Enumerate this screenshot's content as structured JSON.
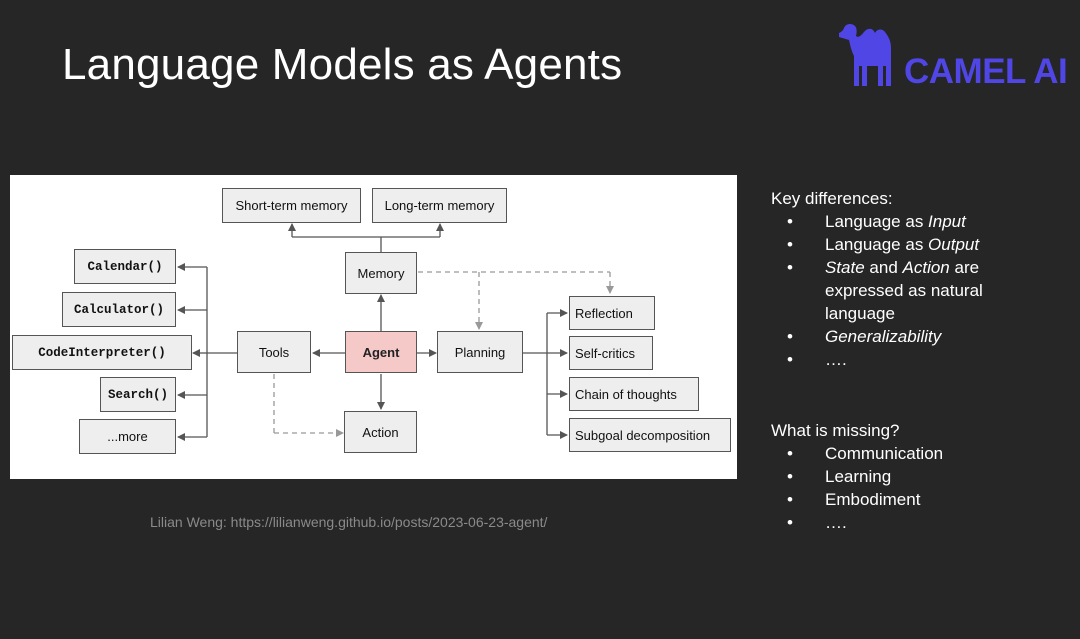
{
  "slide": {
    "title": "Language Models as Agents",
    "logo": {
      "text": "CAMEL AI",
      "icon": "camel-icon",
      "color": "#4f46e5"
    },
    "caption": "Lilian Weng: https://lilianweng.github.io/posts/2023-06-23-agent/"
  },
  "diagram": {
    "memory_nodes": {
      "short_term": "Short-term memory",
      "long_term": "Long-term memory"
    },
    "memory": "Memory",
    "agent": "Agent",
    "tools": "Tools",
    "planning": "Planning",
    "action": "Action",
    "tool_items": [
      "Calendar()",
      "Calculator()",
      "CodeInterpreter()",
      "Search()",
      "...more"
    ],
    "planning_items": [
      "Reflection",
      "Self-critics",
      "Chain of thoughts",
      "Subgoal decomposition"
    ],
    "colors": {
      "agent_fill": "#f6c9c9",
      "node_fill": "#eeeeee",
      "arrow": "#555555",
      "dashed": "#999999"
    }
  },
  "panel": {
    "key_differences": {
      "heading": "Key differences:",
      "items": [
        {
          "pre": "Language as ",
          "em": "Input"
        },
        {
          "pre": "Language as ",
          "em": "Output"
        },
        {
          "em1": "State",
          "mid": " and ",
          "em2": "Action",
          "post": " are expressed as natural language"
        },
        {
          "em": "Generalizability"
        },
        {
          "text": "…."
        }
      ]
    },
    "what_is_missing": {
      "heading": "What is missing?",
      "items": [
        "Communication",
        "Learning",
        "Embodiment",
        "…."
      ]
    }
  }
}
